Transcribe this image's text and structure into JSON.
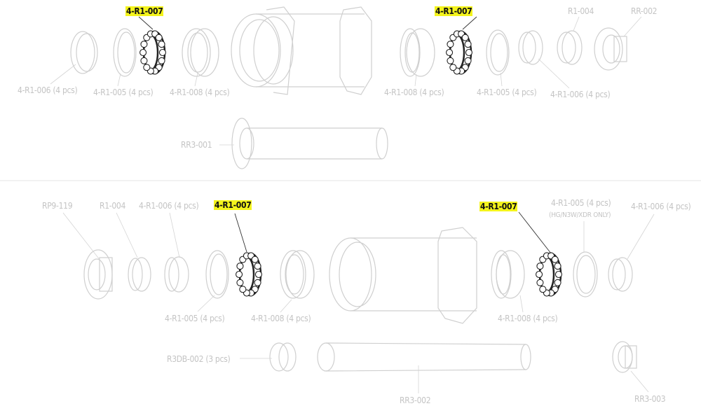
{
  "top_assembly": {
    "highlighted_left": "4-R1-007",
    "highlighted_right": "4-R1-007",
    "labels": {
      "r1_004": "R1-004",
      "rr_002": "RR-002",
      "left_006": "4-R1-006 (4 pcs)",
      "left_005": "4-R1-005 (4 pcs)",
      "left_008": "4-R1-008 (4 pcs)",
      "right_008": "4-R1-008 (4 pcs)",
      "right_005": "4-R1-005 (4 pcs)",
      "right_006": "4-R1-006 (4 pcs)",
      "axle": "RR3-001"
    }
  },
  "bottom_assembly": {
    "highlighted_left": "4-R1-007",
    "highlighted_right": "4-R1-007",
    "labels": {
      "rp9_119": "RP9-119",
      "r1_004": "R1-004",
      "left_006": "4-R1-006 (4 pcs)",
      "right_005": "4-R1-005 (4 pcs)",
      "right_005_note": "(HG/N3W/XDR ONLY)",
      "right_006": "4-R1-006 (4 pcs)",
      "left_005": "4-R1-005 (4 pcs)",
      "left_008": "4-R1-008 (4 pcs)",
      "right_008": "4-R1-008 (4 pcs)",
      "r3db": "R3DB-002 (3 pcs)",
      "axle": "RR3-002",
      "end_cap": "RR3-003"
    }
  },
  "colors": {
    "highlight": "#f4f41c",
    "part_line": "#cfcfcf",
    "bearing": "#222222"
  }
}
